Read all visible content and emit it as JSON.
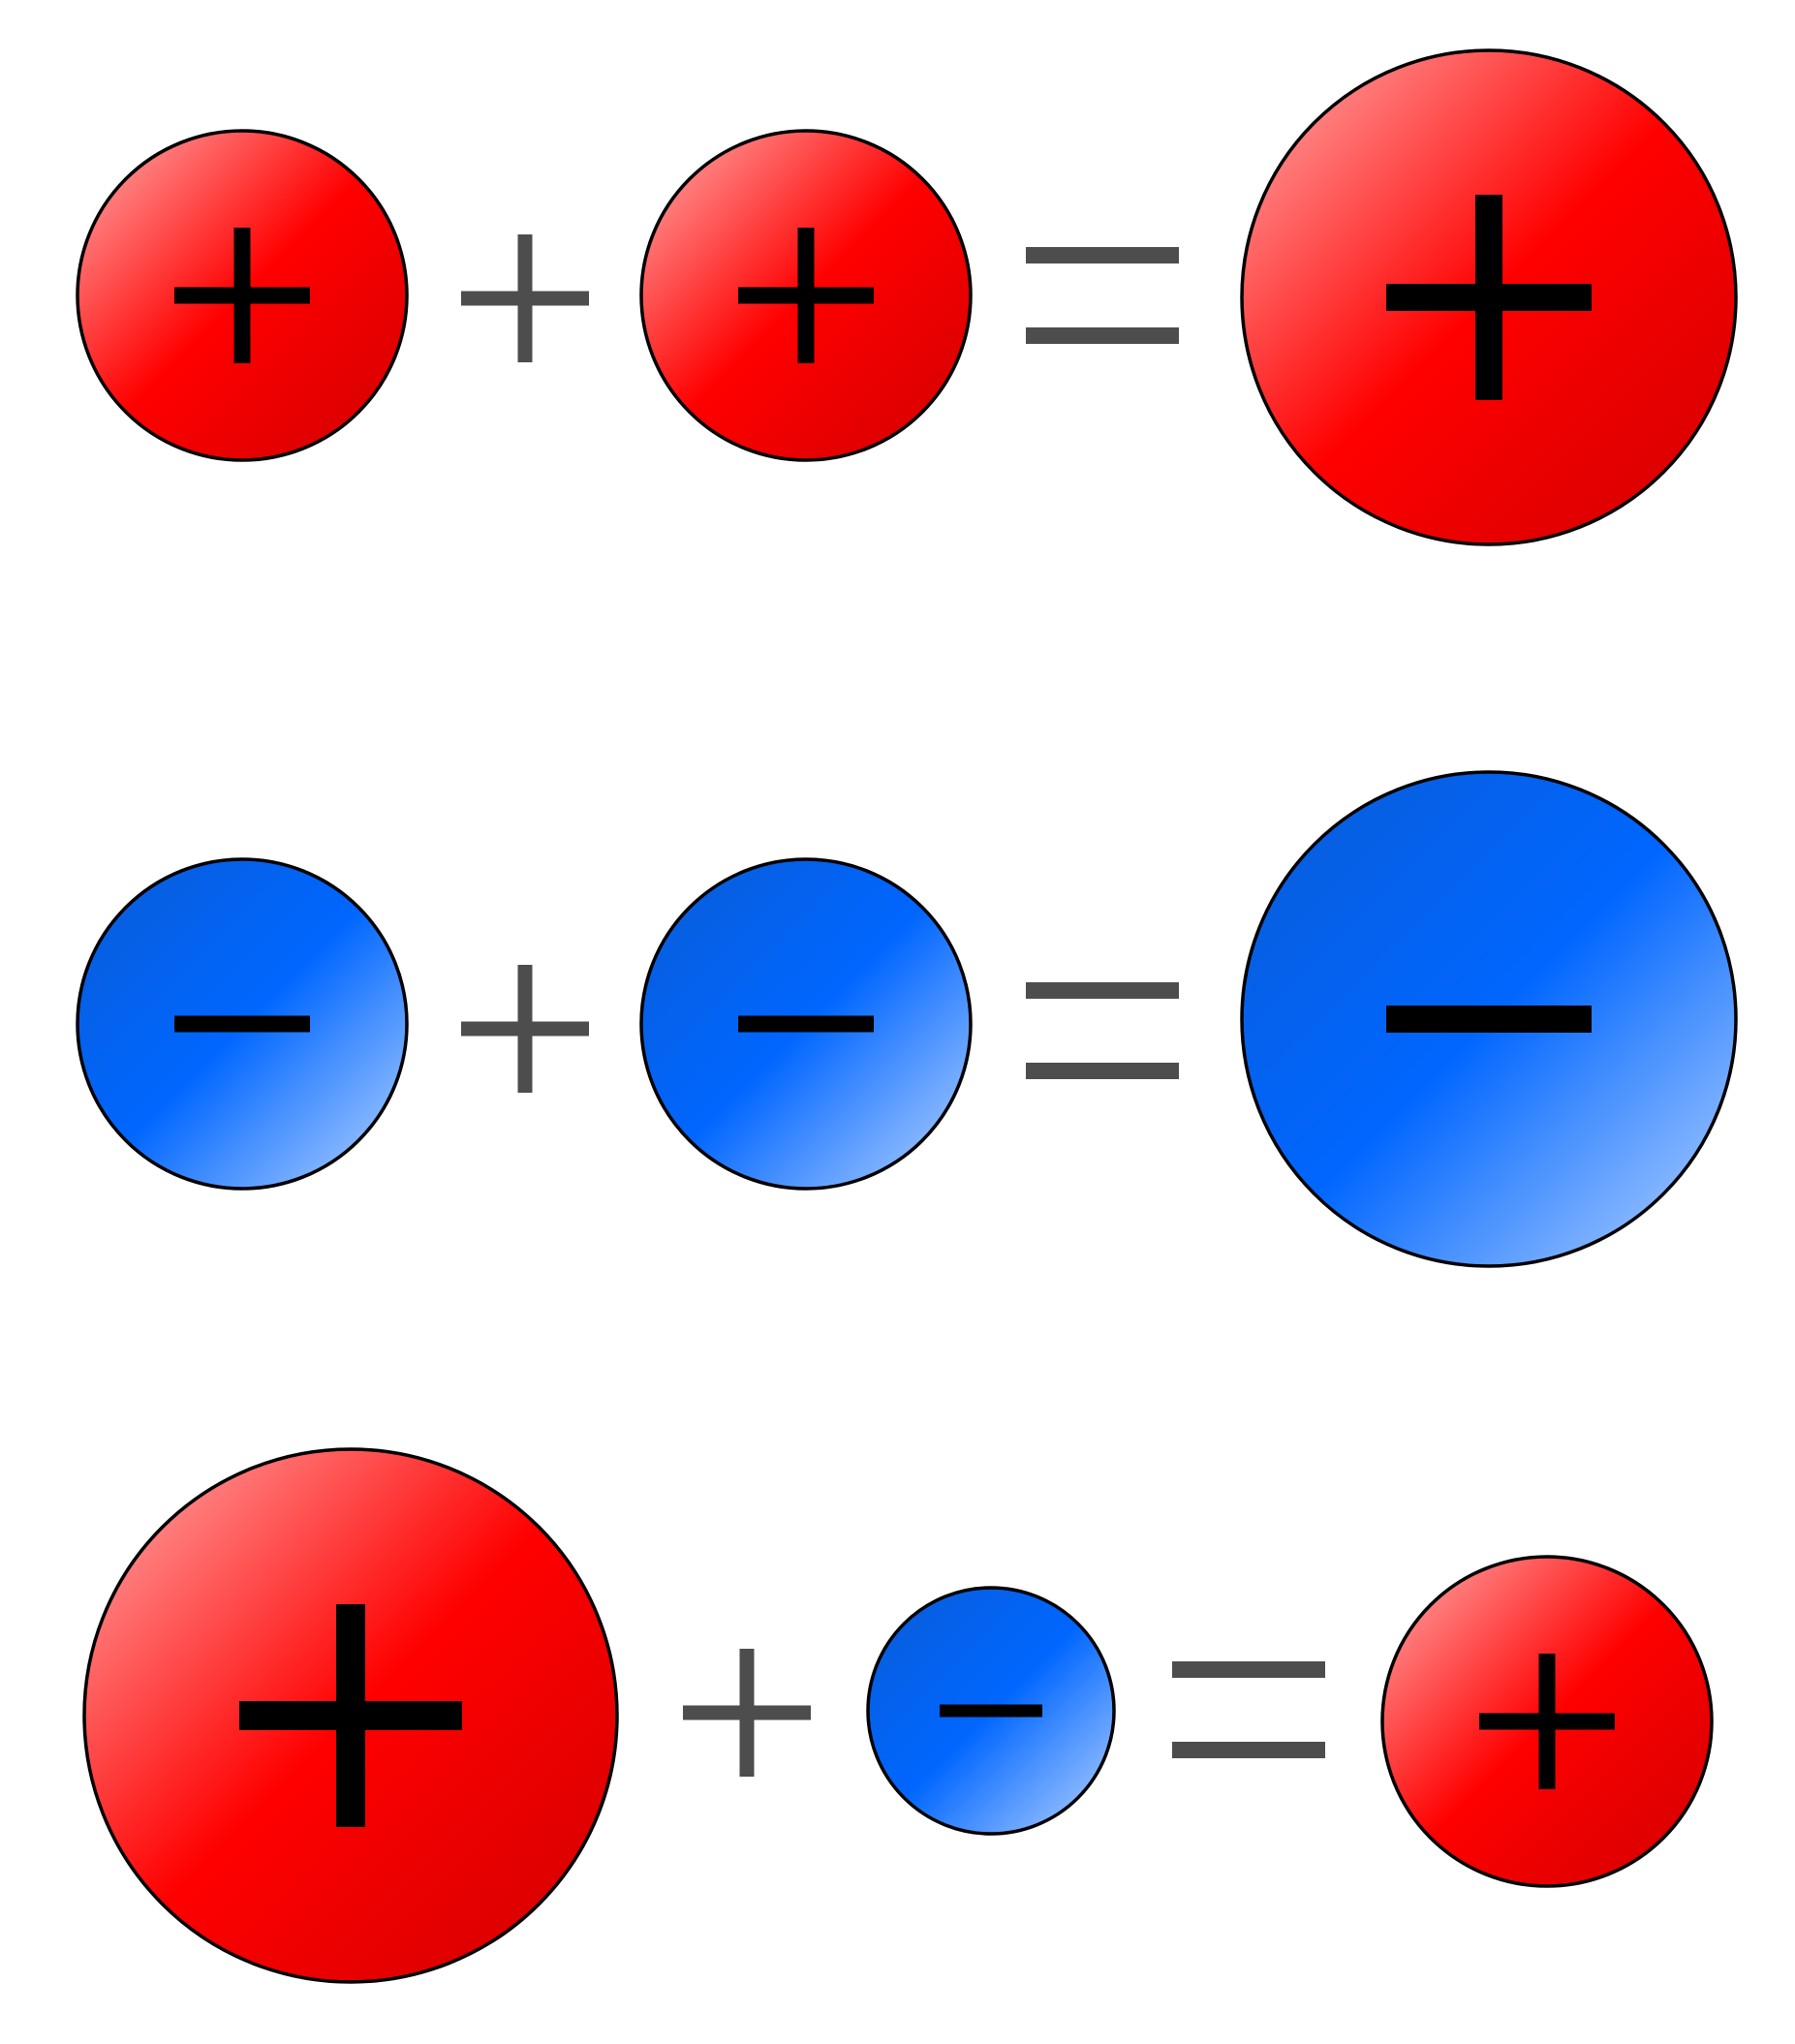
{
  "colors": {
    "background": "#ffffff",
    "positive_light": "#ffb0b0",
    "positive_mid": "#ff0000",
    "positive_dark": "#d00000",
    "negative_dark": "#0a5cd6",
    "negative_mid": "#0066ff",
    "negative_light": "#b8d4ff",
    "outline": "#000000",
    "charge_symbol": "#000000",
    "operator": "#4d4d4d"
  },
  "equations": [
    {
      "name": "equation-positive-plus-positive",
      "terms": [
        {
          "role": "charge",
          "charge": "positive",
          "symbol": "plus"
        },
        {
          "role": "operator",
          "symbol": "plus"
        },
        {
          "role": "charge",
          "charge": "positive",
          "symbol": "plus"
        },
        {
          "role": "operator",
          "symbol": "equals"
        },
        {
          "role": "charge",
          "charge": "positive",
          "symbol": "plus"
        }
      ]
    },
    {
      "name": "equation-negative-plus-negative",
      "terms": [
        {
          "role": "charge",
          "charge": "negative",
          "symbol": "minus"
        },
        {
          "role": "operator",
          "symbol": "plus"
        },
        {
          "role": "charge",
          "charge": "negative",
          "symbol": "minus"
        },
        {
          "role": "operator",
          "symbol": "equals"
        },
        {
          "role": "charge",
          "charge": "negative",
          "symbol": "minus"
        }
      ]
    },
    {
      "name": "equation-large-positive-plus-small-negative",
      "terms": [
        {
          "role": "charge",
          "charge": "positive",
          "symbol": "plus"
        },
        {
          "role": "operator",
          "symbol": "plus"
        },
        {
          "role": "charge",
          "charge": "negative",
          "symbol": "minus"
        },
        {
          "role": "operator",
          "symbol": "equals"
        },
        {
          "role": "charge",
          "charge": "positive",
          "symbol": "plus"
        }
      ]
    }
  ]
}
